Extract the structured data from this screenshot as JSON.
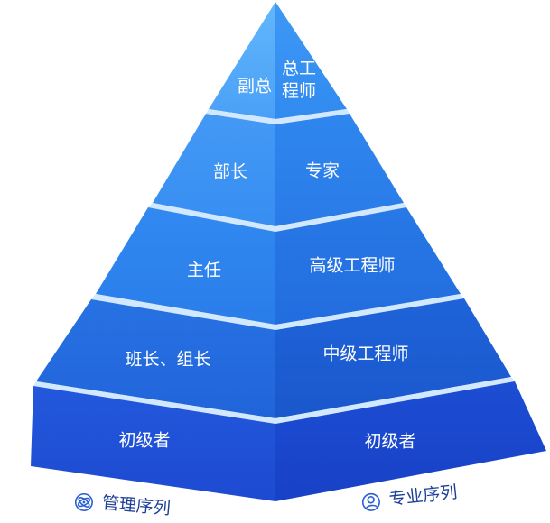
{
  "tiers": [
    {
      "management": "副总",
      "professional": "总工程师",
      "colors": {
        "left_top": "#62b7fb",
        "left_bottom": "#4aa0f6",
        "right_top": "#3e98f5",
        "right_bottom": "#318bf0"
      }
    },
    {
      "management": "部长",
      "professional": "专家",
      "colors": {
        "left_top": "#4499f5",
        "left_bottom": "#378ef1",
        "right_top": "#2f86ee",
        "right_bottom": "#2a7be8"
      }
    },
    {
      "management": "主任",
      "professional": "高级工程师",
      "colors": {
        "left_top": "#3189f1",
        "left_bottom": "#2a7de9",
        "right_top": "#2878e6",
        "right_bottom": "#226ddf"
      }
    },
    {
      "management": "班长、组长",
      "professional": "中级工程师",
      "colors": {
        "left_top": "#2772e3",
        "left_bottom": "#2164da",
        "right_top": "#1f63d8",
        "right_bottom": "#1a57cd"
      }
    },
    {
      "management": "初级者",
      "professional": "初级者",
      "colors": {
        "left_top": "#2358dc",
        "left_bottom": "#1d4ad2",
        "right_top": "#1c4dd3",
        "right_bottom": "#1841c7"
      }
    }
  ],
  "sequences": {
    "management": {
      "label": "管理序列",
      "icon": "orbit-icon"
    },
    "professional": {
      "label": "专业序列",
      "icon": "user-icon"
    }
  },
  "colors": {
    "seam": "#d2e8ff",
    "tier_text": "#ffffff",
    "label_text": "#1d3f96",
    "icon": "#2a5fd6"
  }
}
